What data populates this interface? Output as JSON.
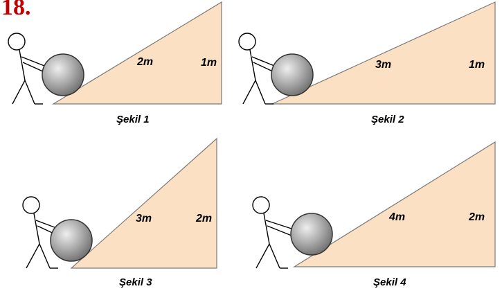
{
  "question_number": "18.",
  "colors": {
    "ramp_fill": "#fbe0c4",
    "ramp_stroke": "#7a7a7a",
    "ball_light": "#eeeeee",
    "ball_dark": "#6e6e6e"
  },
  "figures": [
    {
      "caption": "Şekil 1",
      "hypotenuse_label": "2m",
      "height_label": "1m"
    },
    {
      "caption": "Şekil 2",
      "hypotenuse_label": "3m",
      "height_label": "1m"
    },
    {
      "caption": "Şekil 3",
      "hypotenuse_label": "3m",
      "height_label": "2m"
    },
    {
      "caption": "Şekil 4",
      "hypotenuse_label": "4m",
      "height_label": "2m"
    }
  ]
}
